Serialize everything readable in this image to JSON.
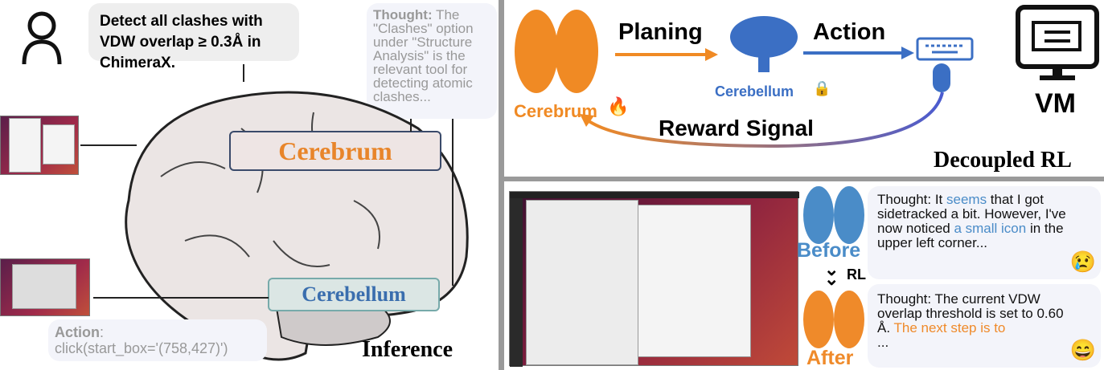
{
  "inference": {
    "user_prompt": "Detect all clashes with VDW overlap ≥ 0.3Å in ChimeraX.",
    "thought_label": "Thought:",
    "thought_text": " The \"Clashes\" option under \"Structure Analysis\" is the relevant tool for detecting atomic clashes...",
    "cerebrum_label": "Cerebrum",
    "cerebellum_label": "Cerebellum",
    "action_label": "Action",
    "action_text": "click(start_box='(758,427)')",
    "panel_title": "Inference",
    "icons": [
      "user-icon",
      "brain-illustration",
      "screenshot-thumbnail"
    ]
  },
  "decoupled": {
    "planing_label": "Planing",
    "action_label": "Action",
    "cerebrum_label": "Cerebrum",
    "cerebellum_label": "Cerebellum",
    "vm_label": "VM",
    "reward_label": "Reward Signal",
    "panel_title": "Decoupled RL",
    "icons": [
      "brain-orange-icon",
      "fire-icon",
      "cerebellum-blue-icon",
      "lock-icon",
      "keyboard-icon",
      "mouse-icon",
      "monitor-icon"
    ],
    "colors": {
      "orange": "#f08a24",
      "blue": "#3b6fc4"
    }
  },
  "rl_compare": {
    "before_label": "Before",
    "after_label": "After",
    "rl_label": "RL",
    "before_thought": {
      "a": "Thought: It ",
      "b": "seems",
      "c": " that I got sidetracked a bit. However, I've now noticed ",
      "d": "a small icon",
      "e": " in the upper left corner..."
    },
    "after_thought": {
      "a": "Thought: The current VDW overlap threshold is set to 0.60 Å. ",
      "b": "The next step is to",
      "c": " ..."
    },
    "colors": {
      "blue": "#4a8cc8",
      "orange": "#ef8a2a"
    }
  }
}
